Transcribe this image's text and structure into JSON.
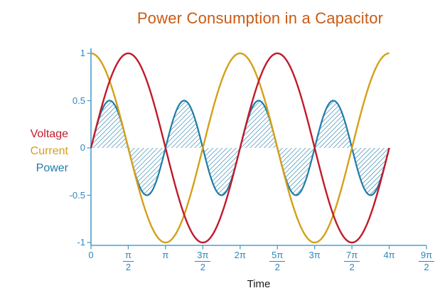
{
  "colors": {
    "title": "#cb5a13",
    "axis_line": "#4aa0cf",
    "axis_text": "#2f86ba",
    "text": "#1a1a1a",
    "voltage": "#c11a2b",
    "current": "#d4a017",
    "power": "#1f7ca8"
  },
  "chart_data": {
    "type": "line",
    "title": "Power Consumption in a Capacitor",
    "xlabel": "Time",
    "ylabel": "",
    "x_range_pi": [
      0,
      4.5
    ],
    "curves_drawn_over_pi": [
      0,
      4
    ],
    "ylim": [
      -1.05,
      1.05
    ],
    "grid": false,
    "legend_position": "left-outside",
    "x_ticks": [
      {
        "t_pi": 0,
        "label": "0"
      },
      {
        "t_pi": 0.5,
        "num": "π",
        "den": "2"
      },
      {
        "t_pi": 1,
        "label": "π"
      },
      {
        "t_pi": 1.5,
        "num": "3π",
        "den": "2"
      },
      {
        "t_pi": 2,
        "label": "2π"
      },
      {
        "t_pi": 2.5,
        "num": "5π",
        "den": "2"
      },
      {
        "t_pi": 3,
        "label": "3π"
      },
      {
        "t_pi": 3.5,
        "num": "7π",
        "den": "2"
      },
      {
        "t_pi": 4,
        "label": "4π"
      },
      {
        "t_pi": 4.5,
        "num": "9π",
        "den": "2"
      }
    ],
    "y_ticks": [
      {
        "value": 1,
        "label": "1"
      },
      {
        "value": 0.5,
        "label": "0.5"
      },
      {
        "value": 0,
        "label": "0"
      },
      {
        "value": -0.5,
        "label": "-0.5"
      },
      {
        "value": -1,
        "label": "-1"
      }
    ],
    "series": [
      {
        "name": "Voltage",
        "expression": "sin(t)",
        "amplitude": 1,
        "omega": 1,
        "phase": 0,
        "t_start_pi": 0,
        "t_end_pi": 4,
        "color": "#c11a2b",
        "style": "solid-line"
      },
      {
        "name": "Current",
        "expression": "cos(t)",
        "amplitude": 1,
        "omega": 1,
        "phase": 1.5707963,
        "t_start_pi": 0,
        "t_end_pi": 4,
        "color": "#d4a017",
        "style": "solid-line"
      },
      {
        "name": "Power",
        "expression": "0.5·sin(2t)",
        "amplitude": 0.5,
        "omega": 2,
        "phase": 0,
        "t_start_pi": 0,
        "t_end_pi": 4,
        "color": "#1f7ca8",
        "style": "solid-line",
        "fill": "diagonal-hatch-to-zero"
      }
    ]
  }
}
